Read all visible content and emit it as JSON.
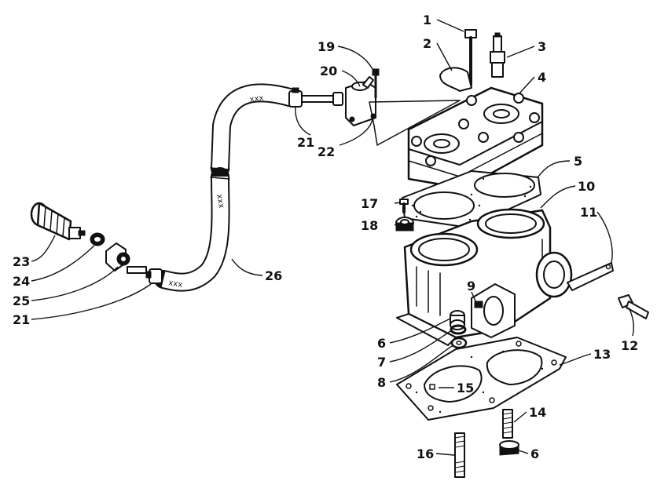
{
  "callouts": {
    "c1": "1",
    "c2": "2",
    "c3": "3",
    "c4": "4",
    "c5": "5",
    "c6a": "6",
    "c6b": "6",
    "c7": "7",
    "c8": "8",
    "c9": "9",
    "c10": "10",
    "c11": "11",
    "c12": "12",
    "c13": "13",
    "c14": "14",
    "c15": "15",
    "c16": "16",
    "c17": "17",
    "c18": "18",
    "c19": "19",
    "c20": "20",
    "c21a": "21",
    "c21b": "21",
    "c22": "22",
    "c23": "23",
    "c24": "24",
    "c25": "25",
    "c26": "26"
  },
  "hose_markings": {
    "upper": "xxx",
    "middle": "xxx",
    "lower": "xxx"
  },
  "colors": {
    "ink": "#111111",
    "paper": "#ffffff"
  }
}
